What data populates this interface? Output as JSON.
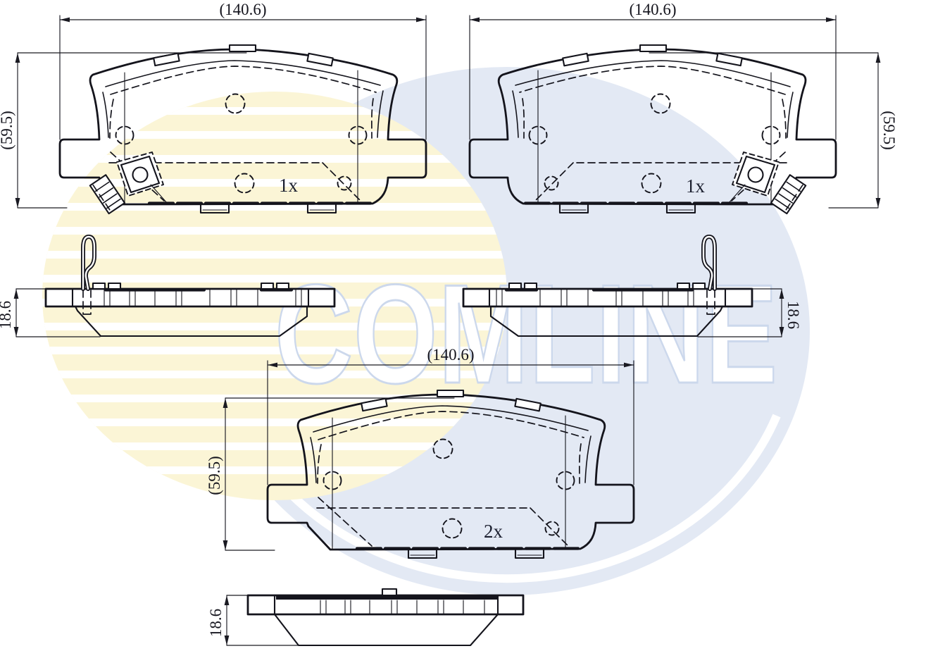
{
  "drawing": {
    "watermark": {
      "text": "COMLINE"
    },
    "front_left": {
      "width_dim": "(140.6)",
      "height_dim": "(59.5)",
      "qty": "1x"
    },
    "front_right": {
      "width_dim": "(140.6)",
      "height_dim": "(59.5)",
      "qty": "1x"
    },
    "front_center": {
      "width_dim": "(140.6)",
      "height_dim": "(59.5)",
      "qty": "2x"
    },
    "side_left": {
      "thickness_dim": "18.6"
    },
    "side_right": {
      "thickness_dim": "18.6"
    },
    "side_bottom": {
      "thickness_dim": "18.6"
    },
    "colors": {
      "line": "#14141c",
      "watermark_blue": "#e3e9f4",
      "watermark_yellow": "#fbf5d6",
      "watermark_text_fill": "#ffffff",
      "watermark_text_stroke": "#ccd8ec"
    }
  }
}
